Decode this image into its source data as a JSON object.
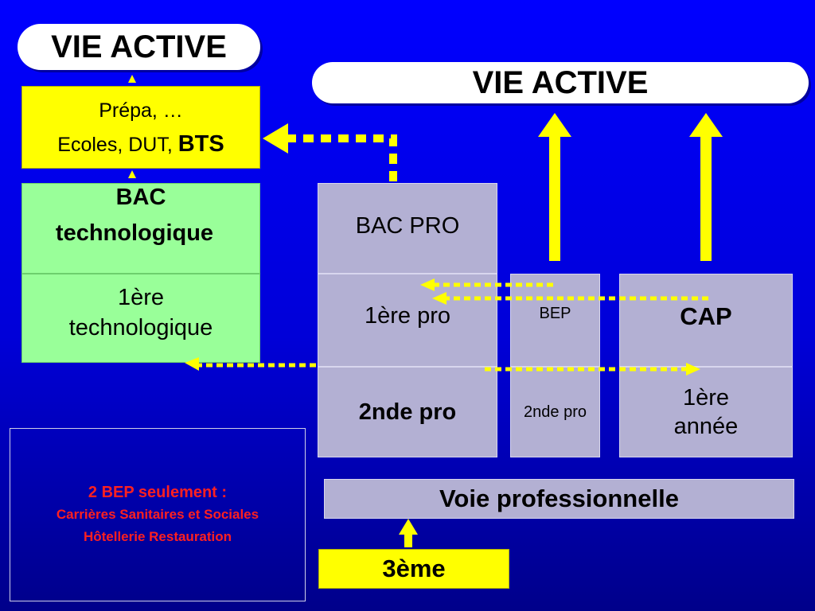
{
  "header": {
    "vie_active_left": "VIE ACTIVE",
    "vie_active_right": "VIE ACTIVE"
  },
  "prepa_box": {
    "line1": "Prépa, …",
    "line2": "Ecoles, DUT,",
    "line2_bold": "BTS"
  },
  "bac_techno": {
    "line1": "BAC",
    "line2": "technologique"
  },
  "premiere_techno": {
    "line1": "1ère",
    "line2": "technologique"
  },
  "voie_pro": {
    "bac_pro": "BAC PRO",
    "premiere_pro": "1ère pro",
    "seconde_pro": "2nde pro",
    "bep": "BEP",
    "bep_seconde_pro": "2nde pro",
    "cap": "CAP",
    "cap_premiere_line1": "1ère",
    "cap_premiere_line2": "année",
    "voie_label": "Voie professionnelle",
    "troisieme": "3ème"
  },
  "note": {
    "title": "2 BEP seulement :",
    "line1": "Carrières Sanitaires et Sociales",
    "line2": "Hôtellerie Restauration"
  },
  "colors": {
    "background": "#0000ff",
    "yellow": "#ffff00",
    "green": "#99ff99",
    "grey": "#b3b0d3",
    "note_text": "#ff2020"
  }
}
